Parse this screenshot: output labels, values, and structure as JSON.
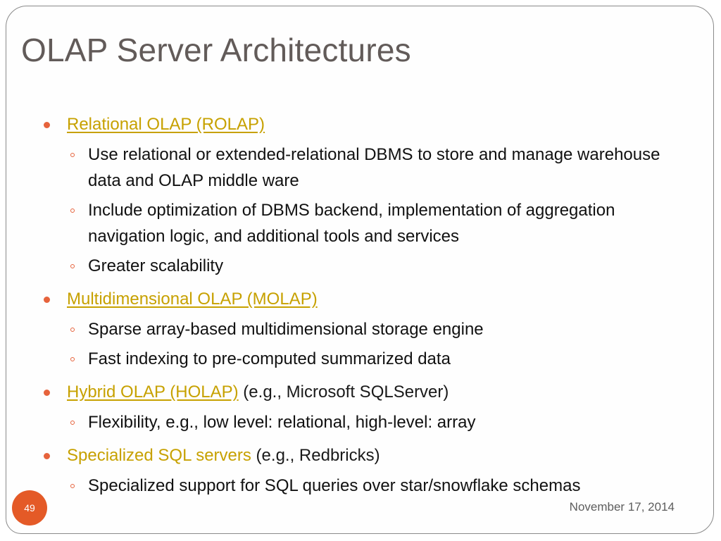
{
  "slide": {
    "title": "OLAP Server Architectures",
    "slide_number": "49",
    "date": "November 17, 2014",
    "bullets": [
      {
        "label": "Relational OLAP (ROLAP)",
        "suffix": "",
        "subitems": [
          "Use relational or extended-relational DBMS to store and manage warehouse data and OLAP middle ware",
          "Include optimization of DBMS backend, implementation of aggregation navigation logic, and additional tools and services",
          "Greater scalability"
        ]
      },
      {
        "label": "Multidimensional OLAP (MOLAP)",
        "suffix": "",
        "subitems": [
          "Sparse array-based multidimensional storage engine",
          "Fast indexing to pre-computed summarized data"
        ]
      },
      {
        "label": "Hybrid OLAP (HOLAP)",
        "suffix": " (e.g., Microsoft SQLServer)",
        "subitems": [
          "Flexibility, e.g., low level: relational, high-level: array"
        ]
      },
      {
        "label": "Specialized SQL servers",
        "suffix": " (e.g., Redbricks)",
        "subitems": [
          "Specialized support for SQL queries over star/snowflake schemas"
        ]
      }
    ]
  },
  "colors": {
    "title": "#625b59",
    "accent": "#c7a100",
    "bullet": "#e6633c",
    "slide_number_bg": "#e45a27"
  }
}
